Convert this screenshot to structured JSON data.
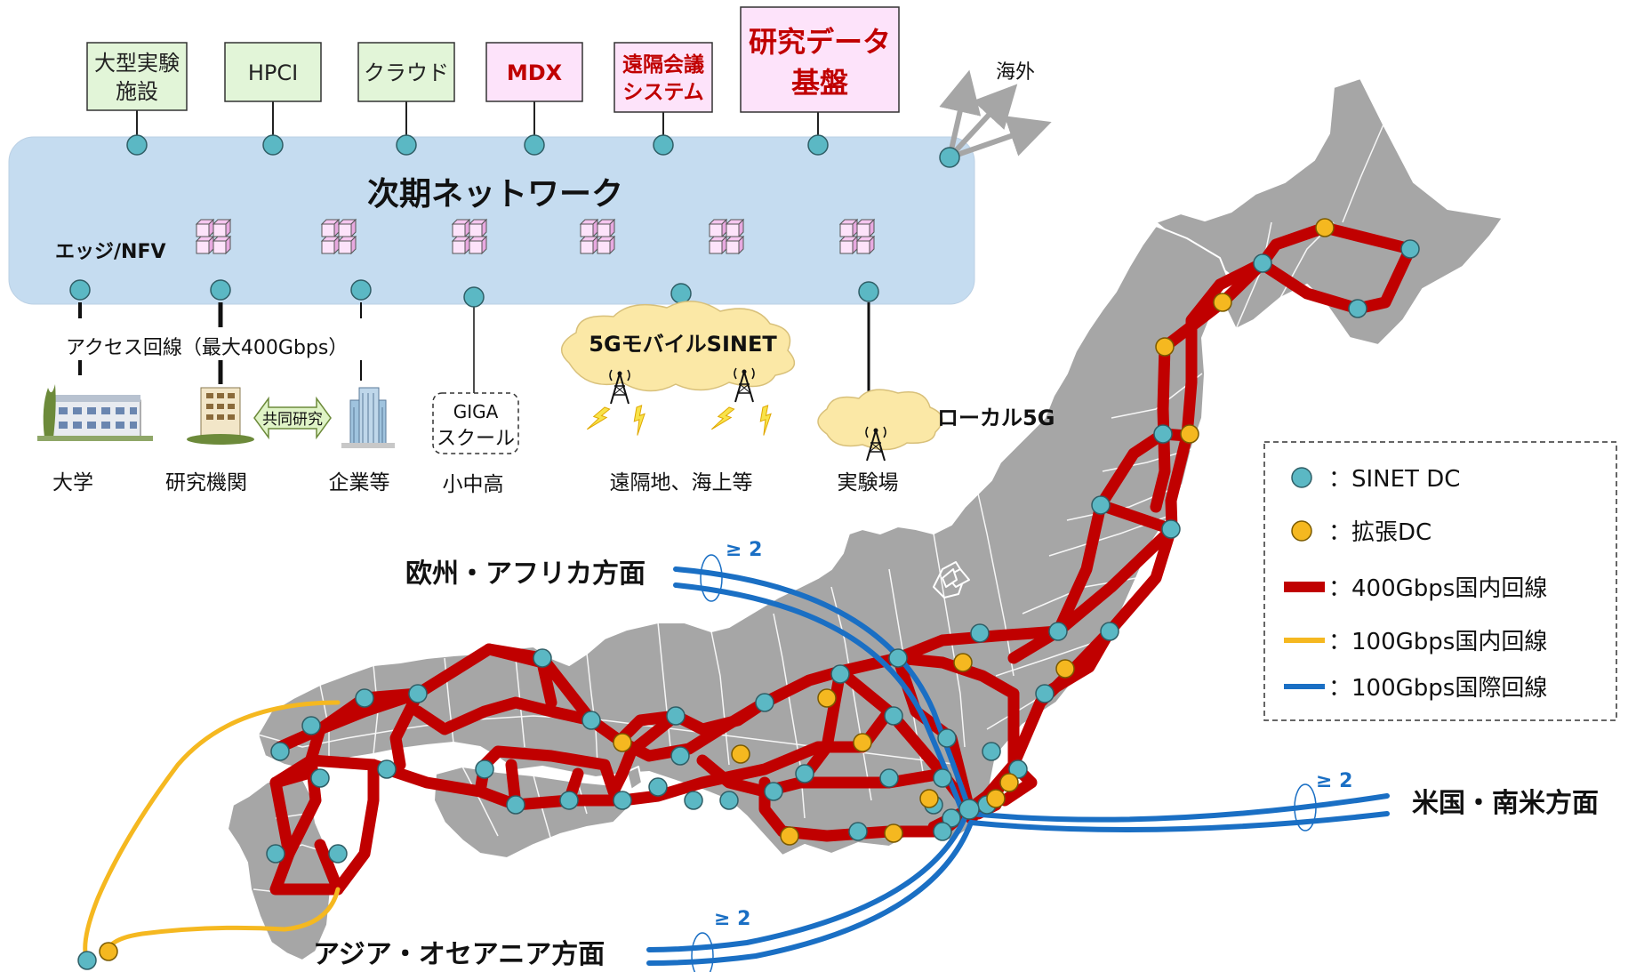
{
  "services": [
    {
      "label_lines": [
        "大型実験",
        "施設"
      ],
      "fill": "#E2F5D8",
      "text_color": "#222222"
    },
    {
      "label_lines": [
        "HPCI"
      ],
      "fill": "#E2F5D8",
      "text_color": "#222222"
    },
    {
      "label_lines": [
        "クラウド"
      ],
      "fill": "#E2F5D8",
      "text_color": "#222222"
    },
    {
      "label_lines": [
        "MDX"
      ],
      "fill": "#FDE3FA",
      "text_color": "#C00000"
    },
    {
      "label_lines": [
        "遠隔会議",
        "システム"
      ],
      "fill": "#FDE3FA",
      "text_color": "#C00000"
    },
    {
      "label_lines": [
        "研究データ",
        "基盤"
      ],
      "fill": "#FDE3FA",
      "text_color": "#C00000"
    }
  ],
  "overseas_label": "海外",
  "network": {
    "title": "次期ネットワーク",
    "edge_label": "エッジ/NFV",
    "fill": "#C5DCF0"
  },
  "access_line_label": "アクセス回線（最大400Gbps）",
  "joint_research_label": "共同研究",
  "giga_label_lines": [
    "GIGA",
    "スクール"
  ],
  "mobile_cloud_label": "5GモバイルSINET",
  "local5g_label": "ローカル5G",
  "endpoint_labels": [
    "大学",
    "研究機関",
    "企業等",
    "小中高",
    "遠隔地、海上等",
    "実験場"
  ],
  "international_routes": [
    {
      "name": "欧州・アフリカ方面",
      "multiplicity": "≥ 2"
    },
    {
      "name": "米国・南米方面",
      "multiplicity": "≥ 2"
    },
    {
      "name": "アジア・オセアニア方面",
      "multiplicity": "≥ 2"
    }
  ],
  "legend": [
    {
      "symbol": "teal-dot",
      "label": "：SINET DC"
    },
    {
      "symbol": "orange-dot",
      "label": "：拡張DC"
    },
    {
      "symbol": "red-line",
      "label": "：400Gbps国内回線"
    },
    {
      "symbol": "yellow-line",
      "label": "：100Gbps国内回線"
    },
    {
      "symbol": "blue-line",
      "label": "：100Gbps国際回線"
    }
  ],
  "colors": {
    "sinet_dc": "#5BB8C4",
    "extended_dc": "#F5B820",
    "domestic_400g": "#C00000",
    "domestic_100g": "#F5B820",
    "international_100g": "#1A6FC4",
    "land": "#A6A6A6",
    "cloud": "#FBE8A6"
  }
}
